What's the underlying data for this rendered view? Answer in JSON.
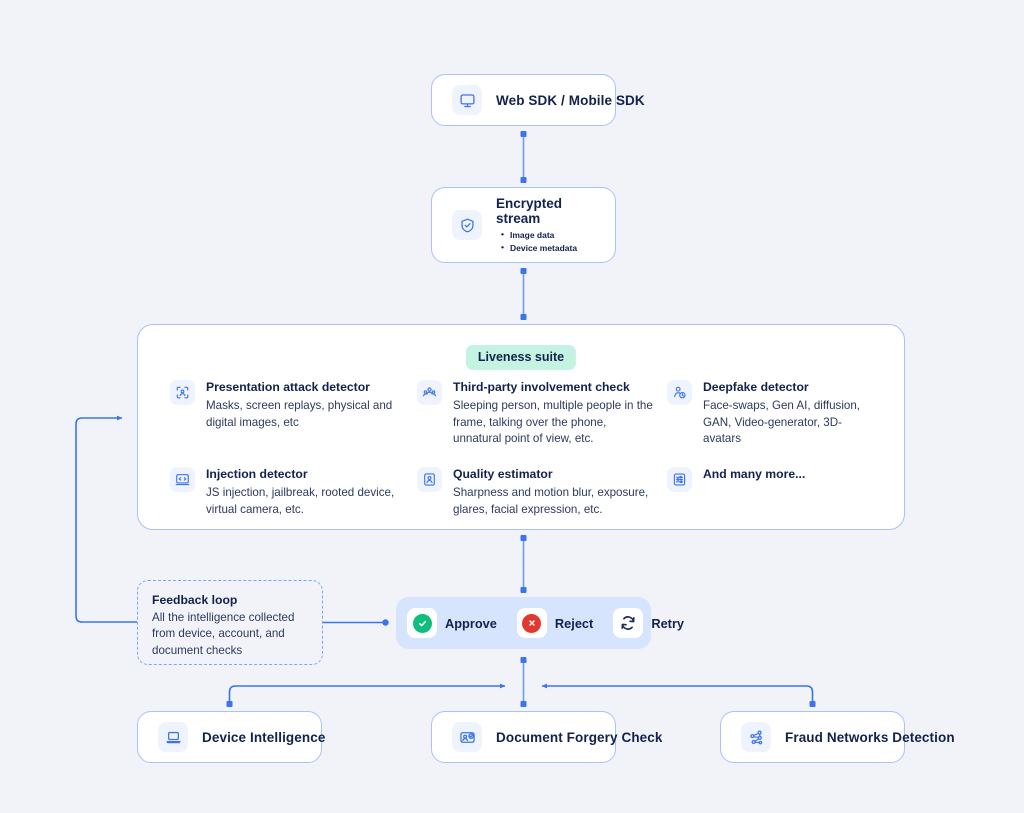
{
  "theme": {
    "background": "#f1f3f8",
    "card_border": "#a9c2f7",
    "accent_blue": "#3b74ee",
    "chip_bg": "#eef3fe",
    "badge_green_bg": "#c4f3e2",
    "decision_bar_bg": "#d6e4fd",
    "approve_green": "#0fbe7c",
    "reject_red": "#e0392f",
    "text_dark": "#12224c"
  },
  "nodes": {
    "sdk": {
      "label": "Web SDK / Mobile SDK",
      "icon": "monitor-icon"
    },
    "stream": {
      "title": "Encrypted stream",
      "icon": "shield-check-icon",
      "bullets": [
        "Image data",
        "Device metadata"
      ]
    },
    "device_intelligence": {
      "label": "Device Intelligence",
      "icon": "laptop-icon"
    },
    "document_forgery": {
      "label": "Document Forgery Check",
      "icon": "id-card-icon"
    },
    "fraud_networks": {
      "label": "Fraud Networks Detection",
      "icon": "network-graph-icon"
    }
  },
  "liveness": {
    "badge": "Liveness suite",
    "features": [
      {
        "title": "Presentation attack detector",
        "desc": "Masks, screen replays, physical and digital images, etc",
        "icon": "face-scan-icon"
      },
      {
        "title": "Third-party involvement check",
        "desc": "Sleeping person, multiple people in the frame, talking over the phone, unnatural point of view, etc.",
        "icon": "group-people-icon"
      },
      {
        "title": "Deepfake detector",
        "desc": "Face-swaps, Gen AI, diffusion, GAN, Video-generator, 3D-avatars",
        "icon": "person-clock-icon"
      },
      {
        "title": "Injection detector",
        "desc": "JS injection, jailbreak, rooted device, virtual camera, etc.",
        "icon": "code-brackets-icon"
      },
      {
        "title": "Quality estimator",
        "desc": "Sharpness and motion blur, exposure, glares, facial expression, etc.",
        "icon": "portrait-frame-icon"
      },
      {
        "title": "And many more...",
        "desc": "",
        "icon": "sliders-icon"
      }
    ]
  },
  "decision": {
    "approve": {
      "label": "Approve",
      "icon": "check-circle-icon"
    },
    "reject": {
      "label": "Reject",
      "icon": "x-circle-icon"
    },
    "retry": {
      "label": "Retry",
      "icon": "refresh-icon"
    }
  },
  "feedback": {
    "title": "Feedback loop",
    "desc": "All the intelligence collected from device, account, and document checks"
  }
}
